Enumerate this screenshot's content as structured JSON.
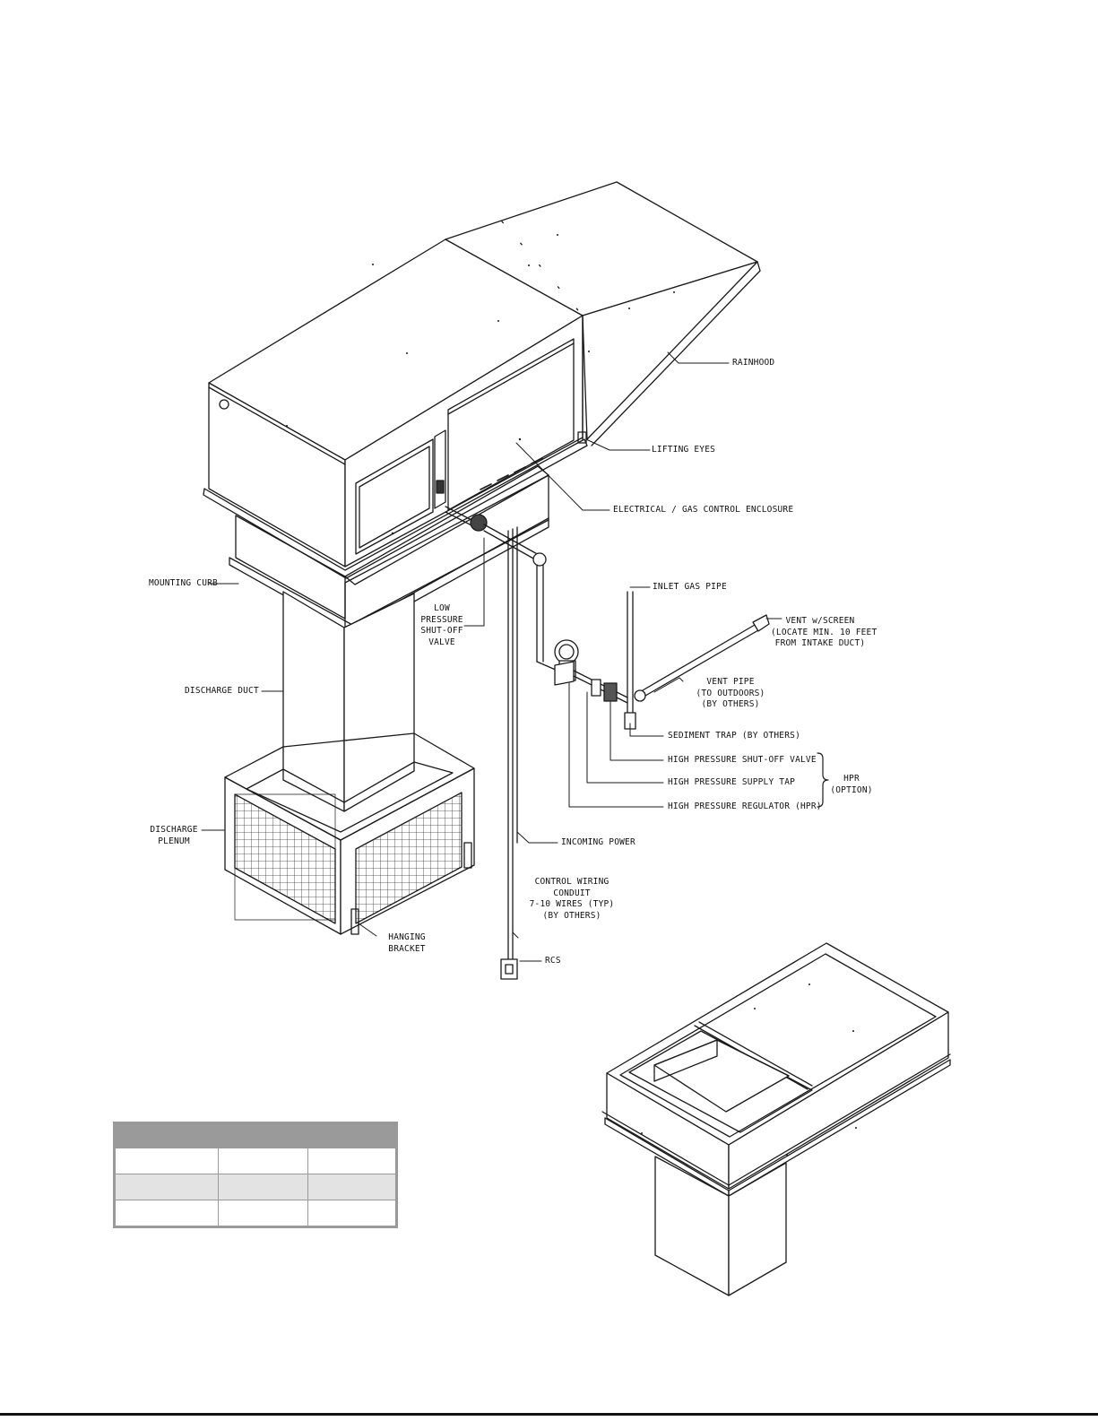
{
  "labels": {
    "rainhood": "RAINHOOD",
    "lifting_eyes": "LIFTING EYES",
    "enclosure": "ELECTRICAL / GAS CONTROL ENCLOSURE",
    "mounting_curb": "MOUNTING CURB",
    "low_pressure_valve": "LOW\nPRESSURE\nSHUT-OFF\nVALVE",
    "inlet_gas_pipe": "INLET GAS PIPE",
    "vent_screen": "VENT w/SCREEN\n(LOCATE MIN. 10 FEET\nFROM INTAKE DUCT)",
    "vent_pipe": "VENT PIPE\n(TO OUTDOORS)\n(BY OTHERS)",
    "discharge_duct": "DISCHARGE DUCT",
    "sediment_trap": "SEDIMENT TRAP (BY OTHERS)",
    "hp_shutoff_valve": "HIGH PRESSURE SHUT-OFF VALVE",
    "hp_supply_tap": "HIGH PRESSURE SUPPLY TAP",
    "hp_regulator": "HIGH PRESSURE REGULATOR (HPR)",
    "hpr_option": "HPR\n(OPTION)",
    "discharge_plenum": "DISCHARGE\nPLENUM",
    "incoming_power": "INCOMING POWER",
    "control_wiring": "CONTROL WIRING\nCONDUIT\n7-10 WIRES (TYP)\n(BY OTHERS)",
    "hanging_bracket": "HANGING\nBRACKET",
    "rcs": "RCS"
  },
  "table": {
    "headers": [
      "",
      "",
      ""
    ],
    "rows": [
      [
        "",
        "",
        ""
      ],
      [
        "",
        "",
        ""
      ],
      [
        "",
        "",
        ""
      ]
    ]
  },
  "colors": {
    "line": "#1a1a1a",
    "table_header": "#9a9a9a",
    "table_alt_row": "#e3e3e3"
  }
}
